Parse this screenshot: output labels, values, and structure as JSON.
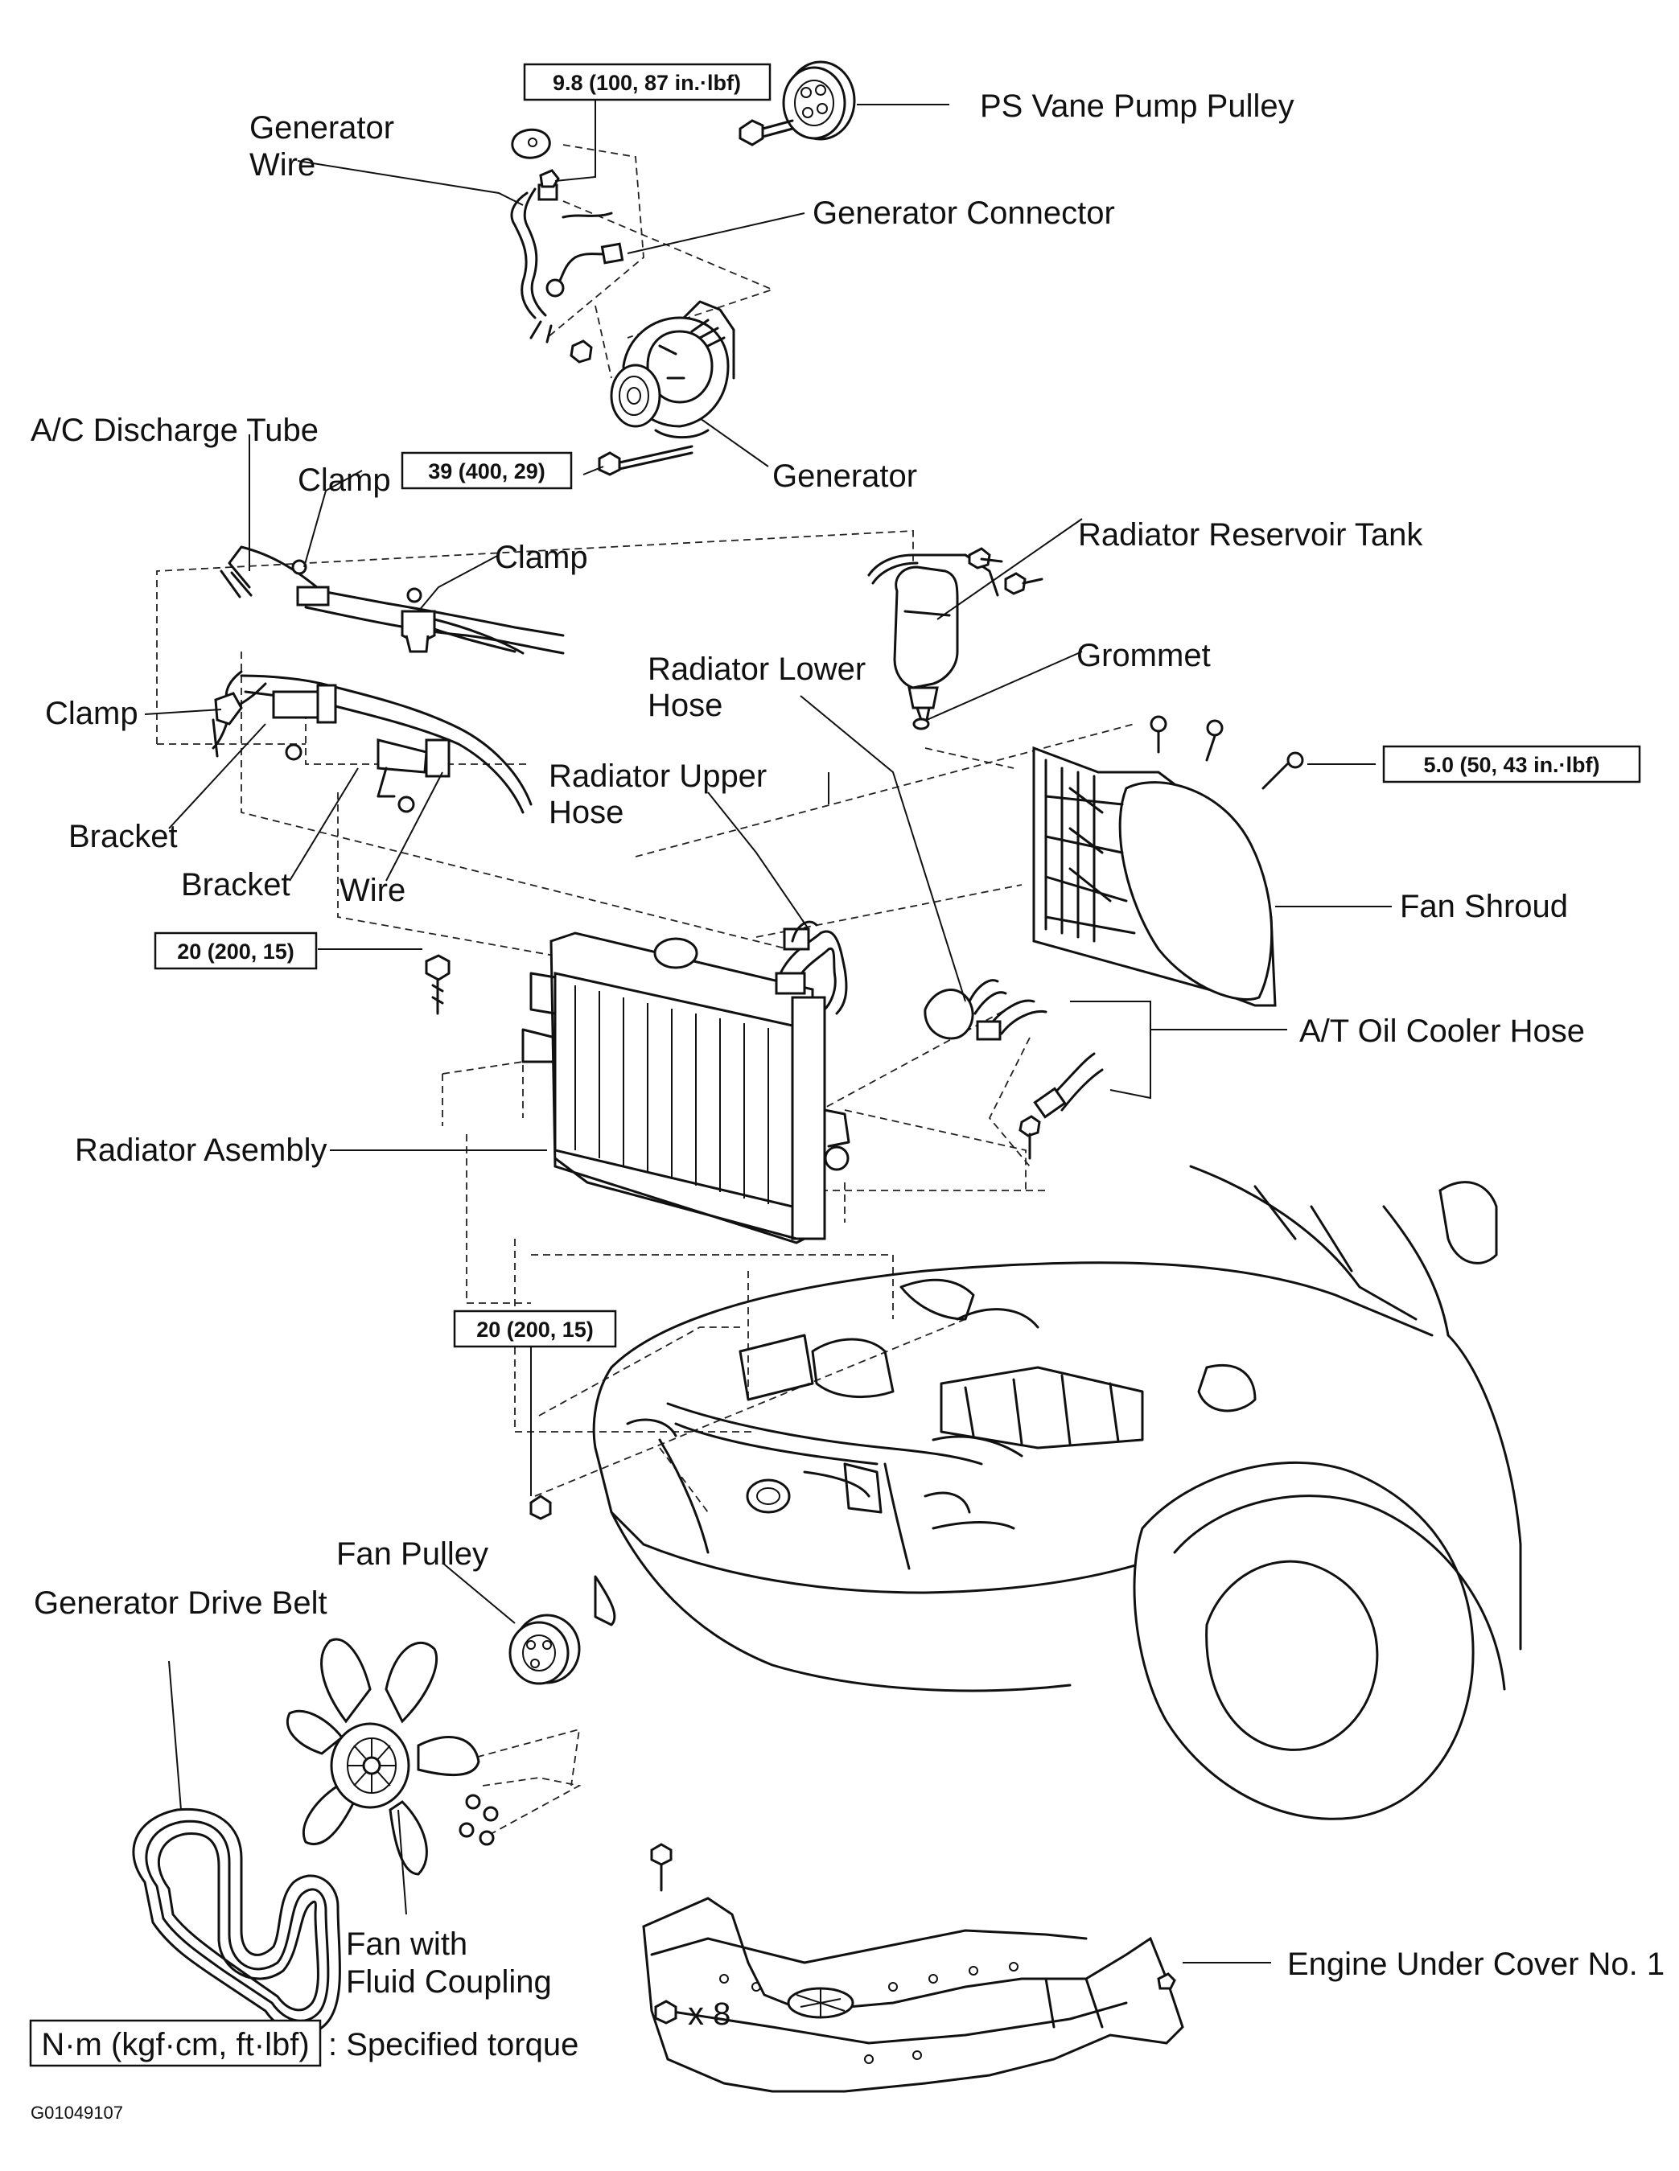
{
  "labels": {
    "generator_wire": [
      "Generator",
      "Wire"
    ],
    "ps_vane_pump_pulley": "PS Vane Pump Pulley",
    "generator_connector": "Generator Connector",
    "ac_discharge_tube": "A/C Discharge Tube",
    "clamp_top": "Clamp",
    "clamp_right": "Clamp",
    "clamp_left": "Clamp",
    "generator": "Generator",
    "radiator_reservoir_tank": "Radiator Reservoir Tank",
    "grommet": "Grommet",
    "radiator_lower_hose": [
      "Radiator Lower",
      "Hose"
    ],
    "radiator_upper_hose": [
      "Radiator Upper",
      "Hose"
    ],
    "bracket_1": "Bracket",
    "bracket_2": "Bracket",
    "wire": "Wire",
    "fan_shroud": "Fan Shroud",
    "at_oil_cooler_hose": "A/T Oil Cooler Hose",
    "radiator_assembly": "Radiator Asembly",
    "fan_pulley": "Fan Pulley",
    "generator_drive_belt": "Generator Drive Belt",
    "fan_with_fluid_coupling": [
      "Fan with",
      "Fluid Coupling"
    ],
    "engine_under_cover": "Engine Under Cover No. 1",
    "bolt_count": "x 8"
  },
  "torques": {
    "t1": "9.8 (100, 87 in.·lbf)",
    "t2": "39 (400, 29)",
    "t3": "5.0 (50, 43 in.·lbf)",
    "t4": "20 (200, 15)",
    "t5": "20 (200, 15)"
  },
  "legend": {
    "unit_box": "N·m (kgf·cm, ft·lbf)",
    "unit_text": ": Specified torque"
  },
  "figure_code": "G01049107"
}
